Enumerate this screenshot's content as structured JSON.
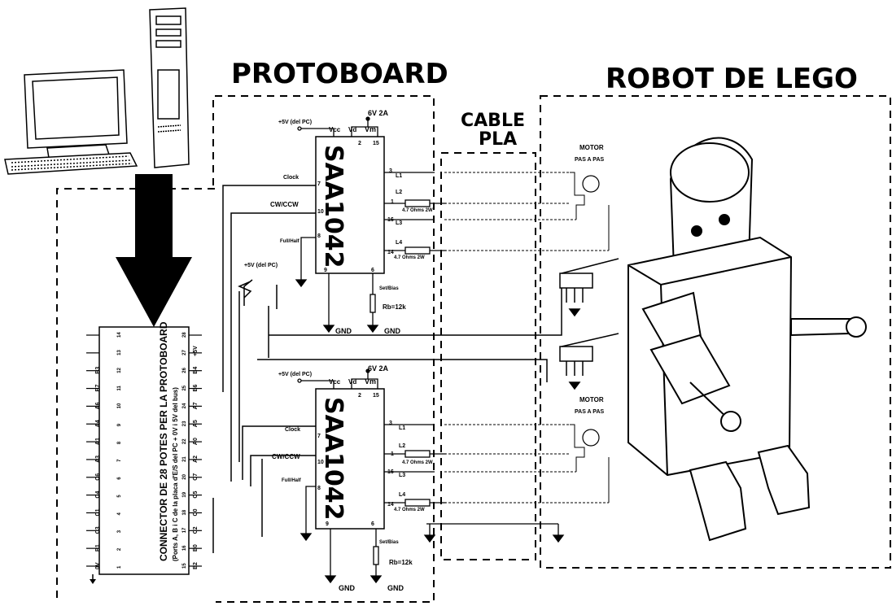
{
  "titles": {
    "protoboard": "PROTOBOARD",
    "robot": "ROBOT DE LEGO",
    "cable_line1": "CABLE",
    "cable_line2": "PLA"
  },
  "driver_top": {
    "chip": "SAA1042",
    "supply": "6V 2A",
    "plus5": "+5V (del PC)",
    "vcc": "Vcc",
    "vd": "Vd",
    "vm": "Vm",
    "pin2": "2",
    "pin15": "15",
    "clock": "Clock",
    "pin7": "7",
    "cwccw": "CW/CCW",
    "pin10": "10",
    "fullhalf": "Full/Half",
    "pin8": "8",
    "pin9": "9",
    "pin6": "6",
    "setbias": "Set/Bias",
    "rb": "Rb=12k",
    "gnd1": "GND",
    "gnd2": "GND",
    "pin3": "3",
    "pin1": "1",
    "pin16": "16",
    "pin14": "14",
    "l1": "L1",
    "l2": "L2",
    "l3": "L3",
    "l4": "L4",
    "res1": "4.7 Ohms  2W",
    "res2": "4.7 Ohms  2W"
  },
  "driver_bottom": {
    "chip": "SAA1042",
    "supply": "6V 2A",
    "plus5": "+5V (del PC)",
    "vcc": "Vcc",
    "vd": "Vd",
    "vm": "Vm",
    "pin2": "2",
    "pin15": "15",
    "clock": "Clock",
    "pin7": "7",
    "cwccw": "CW/CCW",
    "pin10": "10",
    "fullhalf": "Full/Half",
    "pin8": "8",
    "pin9": "9",
    "pin6": "6",
    "setbias": "Set/Bias",
    "rb": "Rb=12k",
    "gnd1": "GND",
    "gnd2": "GND",
    "pin3": "3",
    "pin1": "1",
    "pin16": "16",
    "pin14": "14",
    "l1": "L1",
    "l2": "L2",
    "l3": "L3",
    "l4": "L4",
    "res1": "4.7 Ohms  2W",
    "res2": "4.7 Ohms  2W"
  },
  "pullup_label": "+5V (del PC)",
  "motor_top": {
    "line1": "MOTOR",
    "line2": "PAS A PAS"
  },
  "motor_bottom": {
    "line1": "MOTOR",
    "line2": "PAS A PAS"
  },
  "connector": {
    "title": "CONNECTOR DE 28 POTES PER LA PROTOBOARD",
    "subtitle": "(Ports A, B i C de la placa d'E/S del PC  +  0V i 5V del bus)",
    "signals": [
      "0V",
      "B1",
      "C3",
      "C1",
      "C4",
      "C6",
      "A3",
      "A1",
      "A4",
      "A6",
      "B7",
      "B3"
    ],
    "signals_right": [
      "B2",
      "B0",
      "C2",
      "C0",
      "C5",
      "C7",
      "A2",
      "A0",
      "A5",
      "A7",
      "B6",
      "B4",
      "+5V"
    ],
    "numbers_left": [
      "1",
      "2",
      "3",
      "4",
      "5",
      "6",
      "7",
      "8",
      "9",
      "10",
      "11",
      "12",
      "13",
      "14"
    ],
    "numbers_right": [
      "15",
      "16",
      "17",
      "18",
      "19",
      "20",
      "21",
      "22",
      "23",
      "24",
      "25",
      "26",
      "27",
      "28"
    ]
  }
}
